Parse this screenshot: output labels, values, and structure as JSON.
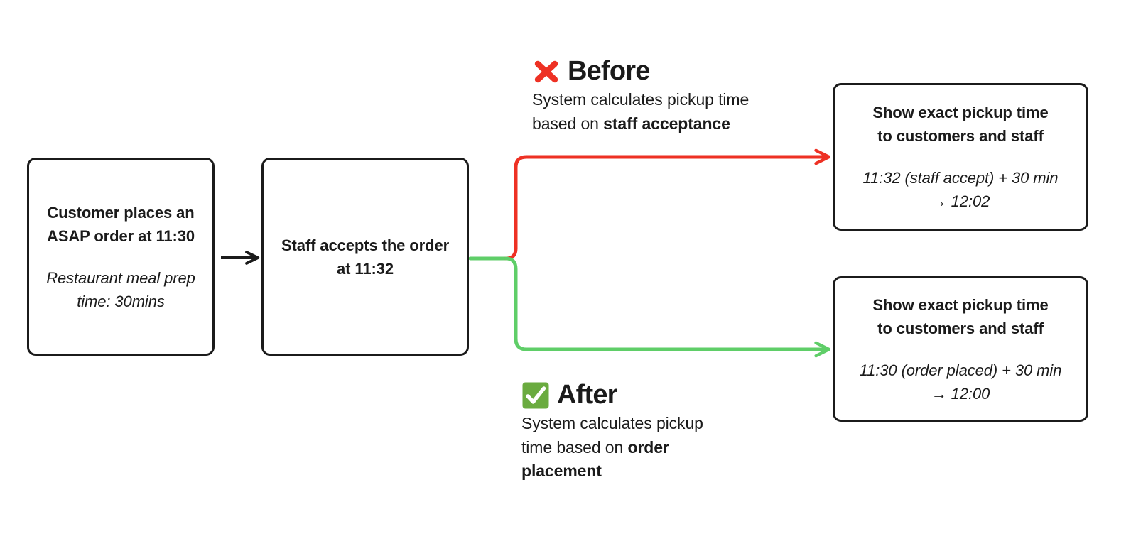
{
  "diagram": {
    "title": "ASAP order pickup-time calculation: before vs after",
    "colors": {
      "ink": "#1b1b1b",
      "before_red": "#ee3124",
      "after_green": "#5fce68",
      "check_badge_green": "#6aab3f",
      "background": "#ffffff"
    }
  },
  "nodes": {
    "order": {
      "name": "customer-order-box",
      "line1": "Customer places an",
      "line2": "ASAP order at 11:30",
      "note1": "Restaurant meal prep",
      "note2": "time: 30mins"
    },
    "accept": {
      "name": "staff-accept-box",
      "line1": "Staff accepts the order",
      "line2": "at 11:32"
    },
    "before_outcome": {
      "name": "before-outcome-box",
      "line1": "Show exact pickup time",
      "line2": "to customers and staff",
      "note1": "11:32 (staff accept) + 30 min",
      "note2": "→ 12:02"
    },
    "after_outcome": {
      "name": "after-outcome-box",
      "line1": "Show exact pickup time",
      "line2": "to customers and staff",
      "note1": "11:30 (order placed) + 30 min",
      "note2": "→ 12:00"
    }
  },
  "annotations": {
    "before": {
      "icon": "cross-mark-icon",
      "title": "Before",
      "body_prefix": "System calculates pickup time based on ",
      "body_emphasis": "staff acceptance"
    },
    "after": {
      "icon": "check-mark-button-icon",
      "title": "After",
      "body_prefix": "System calculates pickup time based on ",
      "body_emphasis": "order placement"
    }
  },
  "connectors": [
    {
      "name": "order-to-accept-arrow",
      "color": "#1b1b1b",
      "from": "order",
      "to": "accept"
    },
    {
      "name": "accept-to-before-arrow",
      "color": "#ee3124",
      "from": "accept",
      "to": "before_outcome"
    },
    {
      "name": "accept-to-after-arrow",
      "color": "#5fce68",
      "from": "accept",
      "to": "after_outcome"
    }
  ]
}
